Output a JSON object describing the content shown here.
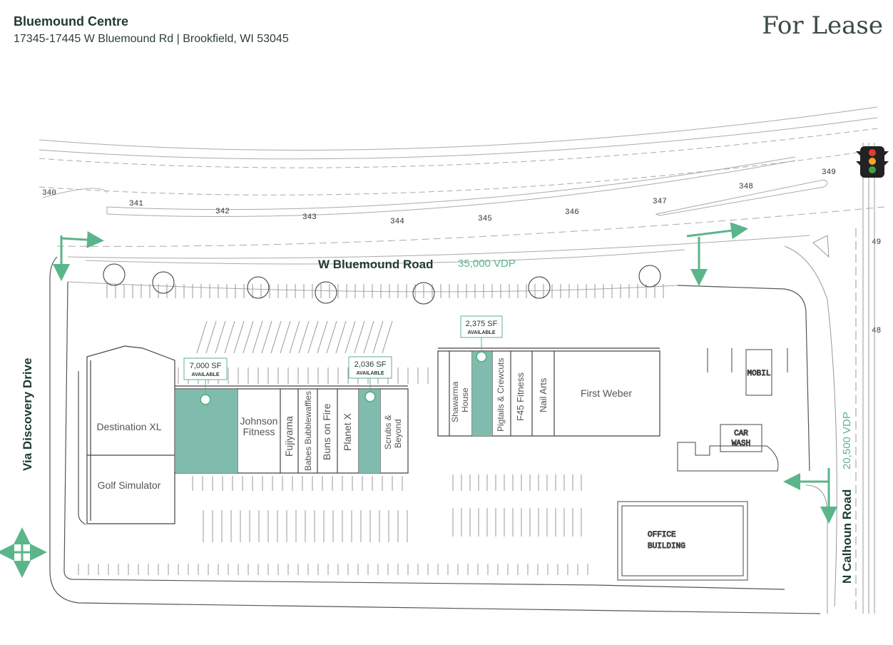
{
  "header": {
    "title": "Bluemound Centre",
    "address": "17345-17445 W Bluemound Rd  |  Brookfield, WI 53045",
    "status": "For Lease"
  },
  "roads": {
    "bluemound": "W Bluemound Road",
    "bluemound_vdp": "35,000 VDP",
    "discovery": "Via Discovery Drive",
    "calhoun": "N Calhoun Road",
    "calhoun_vdp": "20,500 VDP"
  },
  "tenants": {
    "destination_xl": "Destination XL",
    "golf": "Golf Simulator",
    "johnson_1": "Johnson",
    "johnson_2": "Fitness",
    "fujiyama": "Fujiyama",
    "babes": "Babes Bubblewaffles",
    "buns": "Buns on Fire",
    "planet_x": "Planet X",
    "scrubs_1": "Scrubs &",
    "scrubs_2": "Beyond",
    "shawarma_1": "Shawarma",
    "shawarma_2": "House",
    "pigtails": "Pigtails & Crewcuts",
    "f45": "F45 Fitness",
    "nail": "Nail Arts",
    "first_weber": "First Weber",
    "mobil": "MOBIL",
    "car_1": "CAR",
    "car_2": "WASH",
    "office_1": "OFFICE",
    "office_2": "BUILDING"
  },
  "availability": [
    {
      "size": "7,000 SF",
      "tag": "AVAILABLE"
    },
    {
      "size": "2,036 SF",
      "tag": "AVAILABLE"
    },
    {
      "size": "2,375 SF",
      "tag": "AVAILABLE"
    }
  ],
  "elevations": [
    "340",
    "341",
    "342",
    "343",
    "344",
    "345",
    "346",
    "347",
    "348",
    "349",
    "49",
    "48"
  ],
  "colors": {
    "available_fill": "#80bcad",
    "arrow": "#5bb58a",
    "road_text": "#1f3a34",
    "traffic_red": "#e53935",
    "traffic_yellow": "#f5a623",
    "traffic_green": "#43a047"
  },
  "icons": [
    "traffic-light-icon",
    "direction-arrow-icon"
  ]
}
